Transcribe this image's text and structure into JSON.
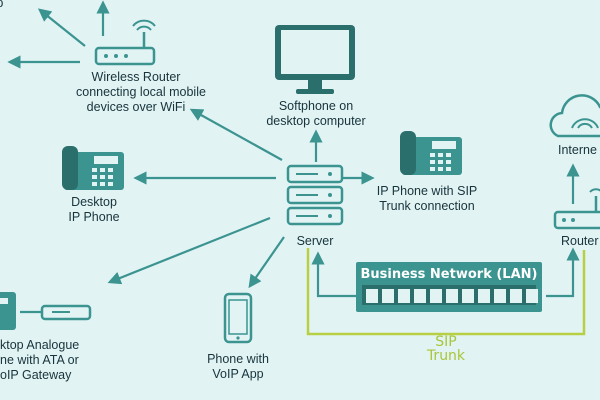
{
  "colors": {
    "background": "#e2f3f4",
    "device": "#3b9490",
    "device_dark": "#2b6f6c",
    "arrow": "#3b9490",
    "sip_line": "#b7d043",
    "text": "#17343b"
  },
  "nodes": {
    "top_left": {
      "icon": "laptop-icon",
      "lines": [
        "top"
      ]
    },
    "wireless_router": {
      "icon": "wifi-router-icon",
      "lines": [
        "Wireless Router",
        "connecting local mobile",
        "devices over WiFi"
      ]
    },
    "softphone": {
      "icon": "monitor-icon",
      "lines": [
        "Softphone on",
        "desktop computer"
      ]
    },
    "desktop_ip_phone": {
      "icon": "desk-phone-icon",
      "lines": [
        "Desktop",
        "IP Phone"
      ]
    },
    "server": {
      "icon": "server-icon",
      "lines": [
        "Server"
      ]
    },
    "ip_phone_sip": {
      "icon": "desk-phone-icon",
      "lines": [
        "IP Phone with SIP",
        "Trunk connection"
      ]
    },
    "internet": {
      "icon": "cloud-icon",
      "lines": [
        "Interne"
      ]
    },
    "router": {
      "icon": "router-icon",
      "lines": [
        "Router"
      ]
    },
    "analogue_phone": {
      "icon": "analogue-phone-icon",
      "lines": [
        "ktop Analogue",
        "ne with ATA or",
        "oIP Gateway"
      ]
    },
    "voip_app": {
      "icon": "smartphone-icon",
      "lines": [
        "Phone with",
        "VoIP App"
      ]
    }
  },
  "lan": {
    "title": "Business Network (LAN)"
  },
  "sip_trunk": {
    "lines": [
      "SIP",
      "Trunk"
    ]
  }
}
